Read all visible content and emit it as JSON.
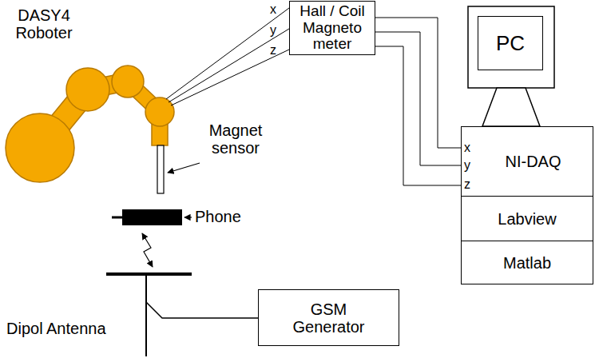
{
  "diagram": {
    "nodes": [
      {
        "text": [
          "Hall / Coil Magneto meter"
        ]
      },
      {
        "text": [
          "PC"
        ]
      },
      {
        "text": [
          "NI-DAQ"
        ]
      },
      {
        "text": [
          "Labview"
        ]
      },
      {
        "text": [
          "Matlab"
        ]
      },
      {
        "text": [
          "GSM Generator"
        ]
      }
    ],
    "edges": [
      {
        "from": 0,
        "to": 2,
        "arrow": "none"
      },
      {
        "from": 0,
        "to": 2,
        "arrow": "none"
      },
      {
        "from": 0,
        "to": 2,
        "arrow": "none"
      }
    ],
    "labels": [
      "DASY4 Roboter",
      "x",
      "y",
      "z",
      "Magnet sensor",
      "Phone",
      "Dipol Antenna",
      "x",
      "y",
      "z"
    ]
  }
}
